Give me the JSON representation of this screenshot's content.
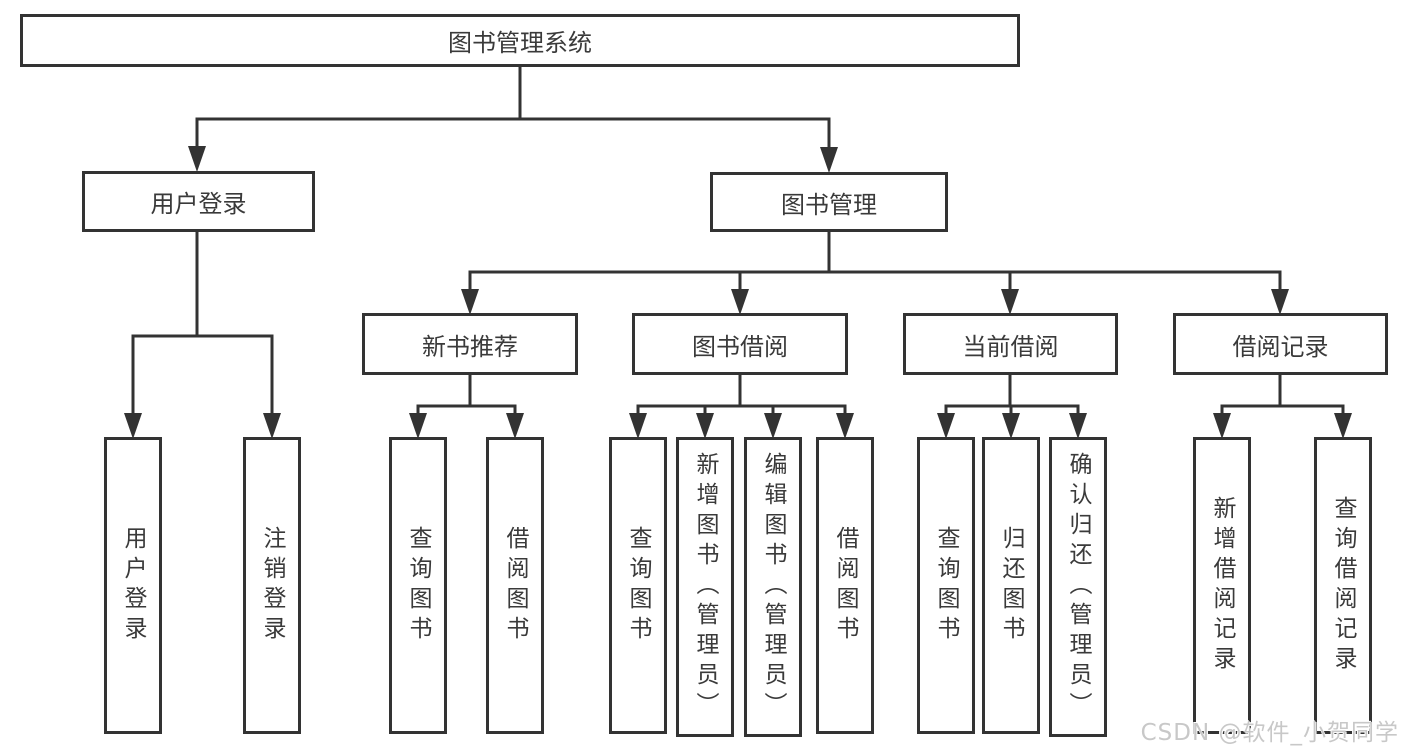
{
  "root": {
    "label": "图书管理系统",
    "children": [
      {
        "label": "用户登录",
        "children": [
          {
            "label": "用户登录"
          },
          {
            "label": "注销登录"
          }
        ]
      },
      {
        "label": "图书管理",
        "children": [
          {
            "label": "新书推荐",
            "children": [
              {
                "label": "查询图书"
              },
              {
                "label": "借阅图书"
              }
            ]
          },
          {
            "label": "图书借阅",
            "children": [
              {
                "label": "查询图书"
              },
              {
                "label": "新增图书（管理员）"
              },
              {
                "label": "编辑图书（管理员）"
              },
              {
                "label": "借阅图书"
              }
            ]
          },
          {
            "label": "当前借阅",
            "children": [
              {
                "label": "查询图书"
              },
              {
                "label": "归还图书"
              },
              {
                "label": "确认归还（管理员）"
              }
            ]
          },
          {
            "label": "借阅记录",
            "children": [
              {
                "label": "新增借阅记录"
              },
              {
                "label": "查询借阅记录"
              }
            ]
          }
        ]
      }
    ]
  },
  "watermark": {
    "text": "CSDN @软件_小贺同学"
  },
  "colors": {
    "line": "#333333",
    "text": "#3a3a3a",
    "background": "#ffffff",
    "watermark": "#c8c8c8"
  }
}
